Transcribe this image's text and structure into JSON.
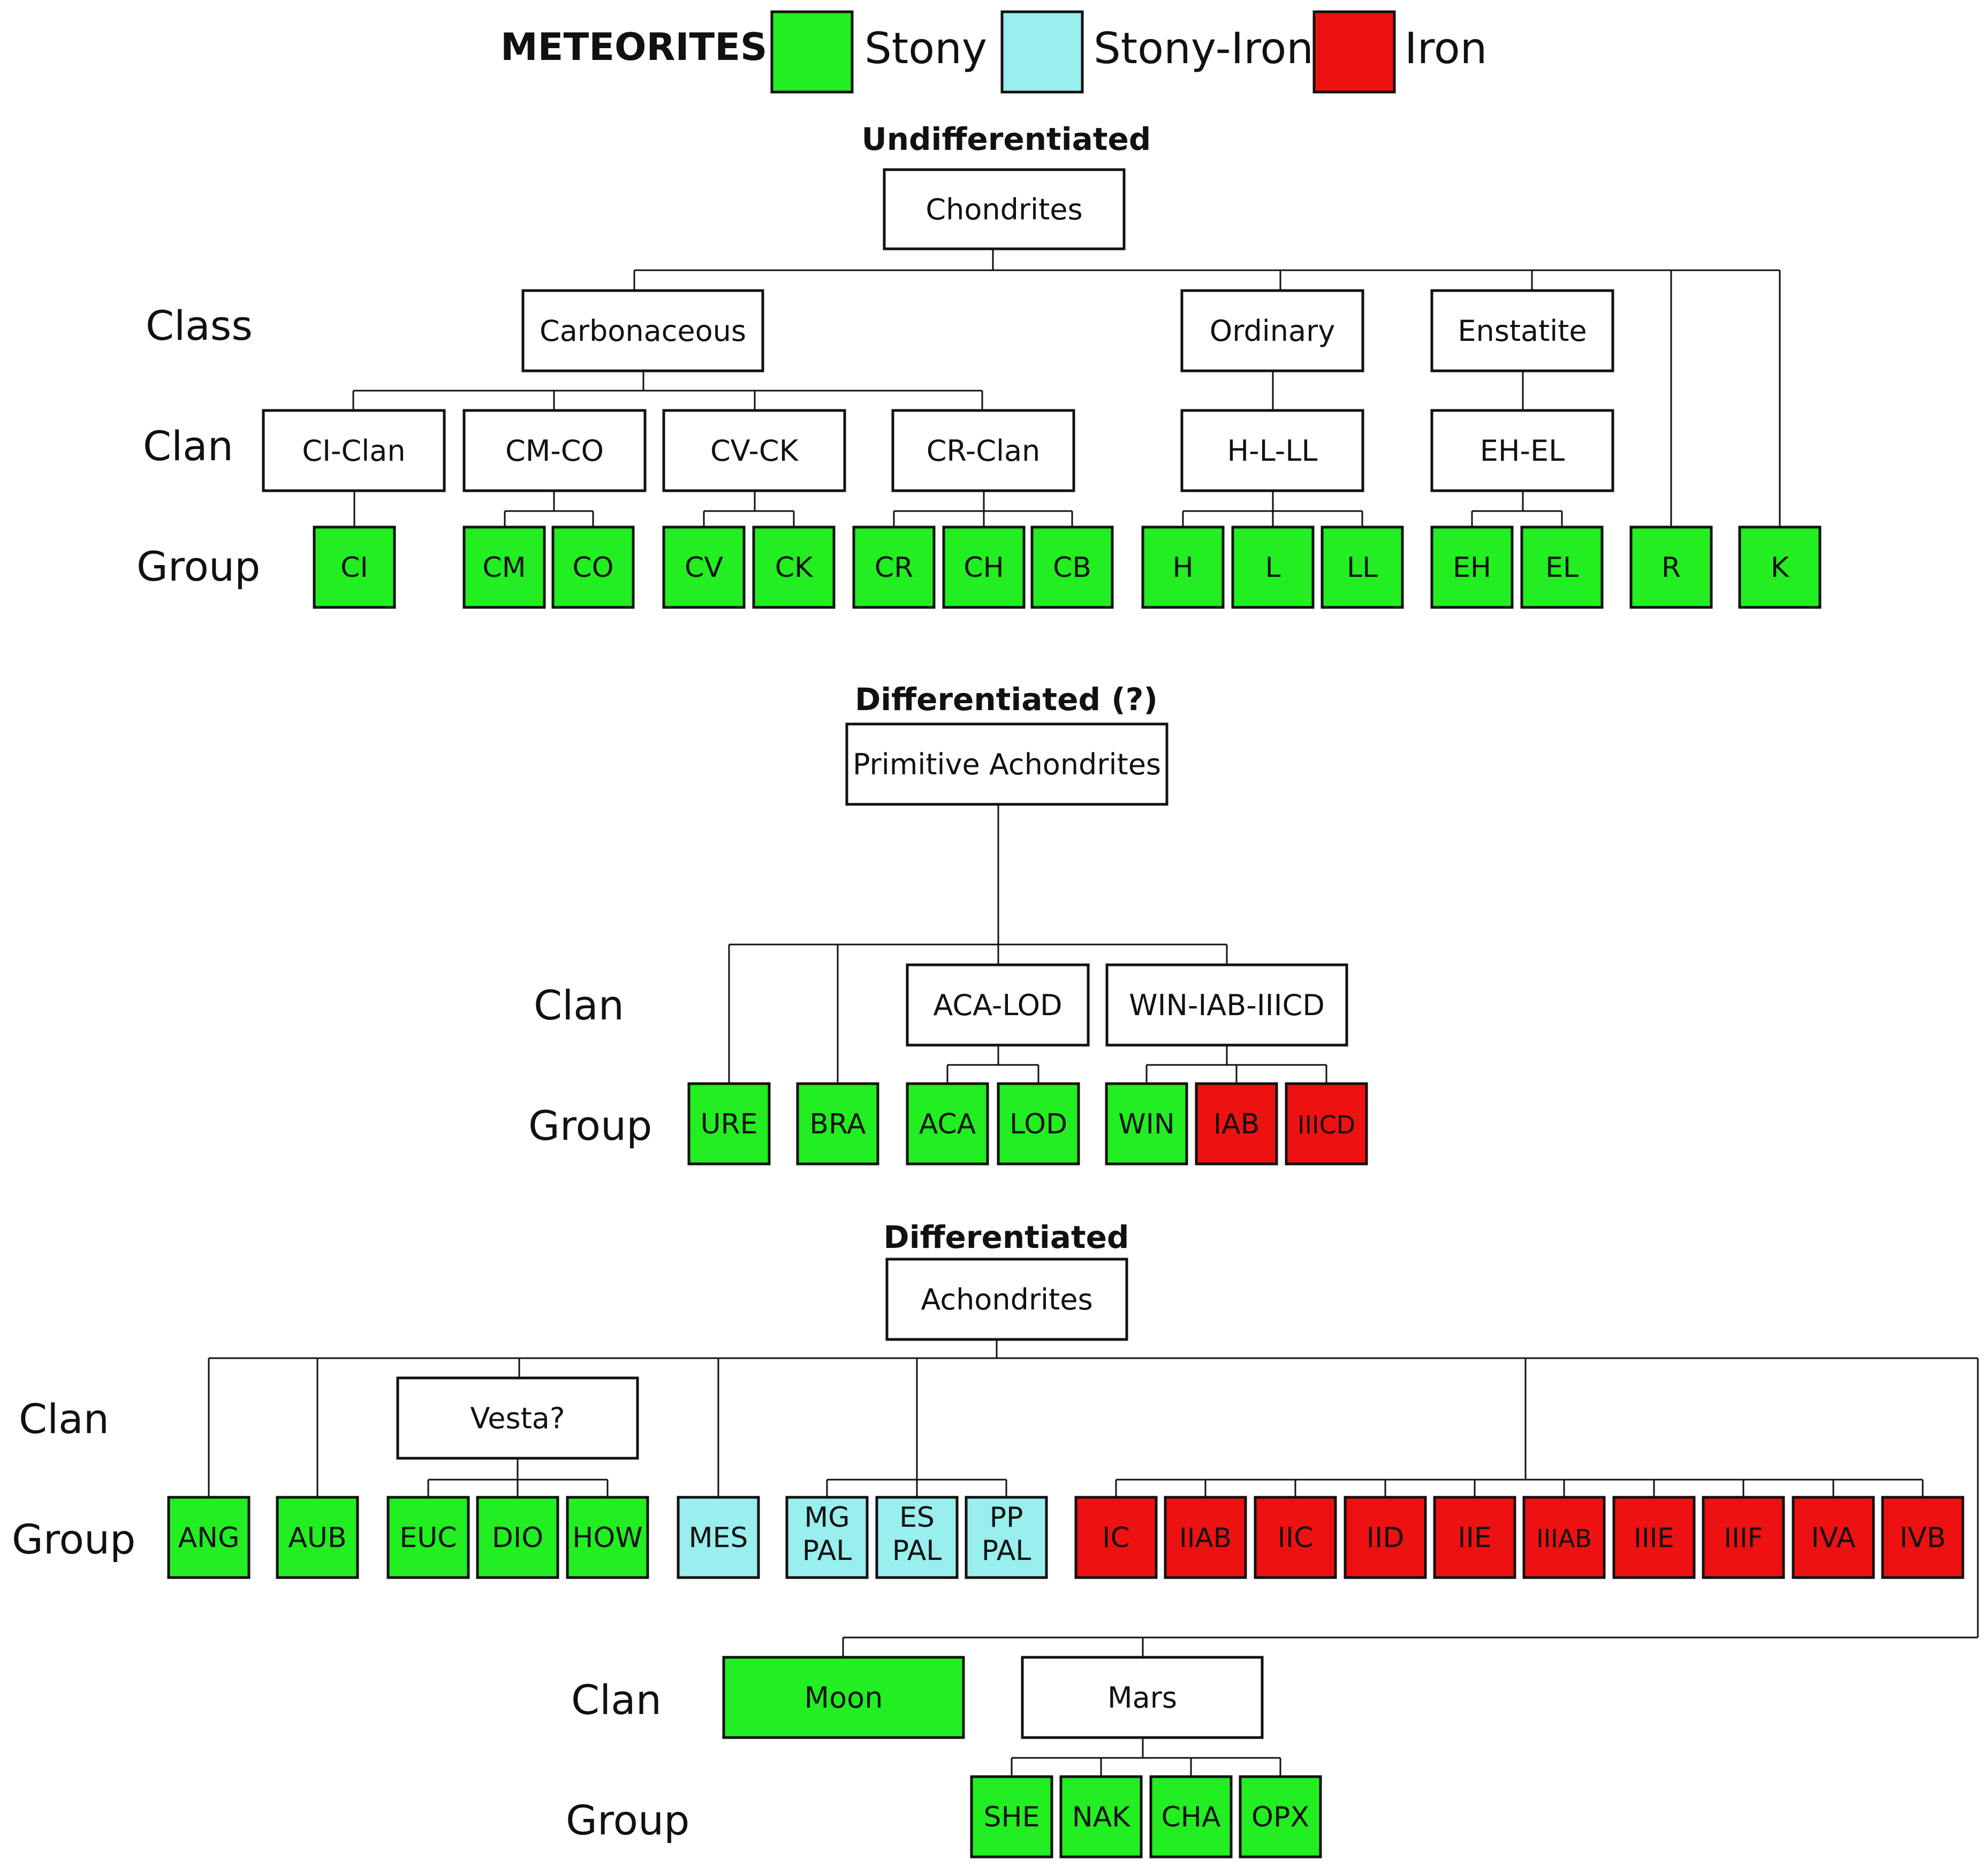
{
  "legend": {
    "title": "METEORITES",
    "items": [
      {
        "label": "Stony",
        "color": "#22ee22"
      },
      {
        "label": "Stony-Iron",
        "color": "#99eeee"
      },
      {
        "label": "Iron",
        "color": "#ee1111"
      }
    ]
  },
  "sections": {
    "undifferentiated": "Undifferentiated",
    "differentiated_q": "Differentiated (?)",
    "differentiated": "Differentiated"
  },
  "row_labels": {
    "class": "Class",
    "clan": "Clan",
    "group": "Group"
  },
  "nodes": {
    "chondrites": "Chondrites",
    "carbonaceous": "Carbonaceous",
    "ordinary": "Ordinary",
    "enstatite": "Enstatite",
    "ci_clan": "CI-Clan",
    "cm_co": "CM-CO",
    "cv_ck": "CV-CK",
    "cr_clan": "CR-Clan",
    "h_l_ll": "H-L-LL",
    "eh_el": "EH-EL",
    "primitive_achondrites": "Primitive Achondrites",
    "aca_lod": "ACA-LOD",
    "win_iab_iiicd": "WIN-IAB-IIICD",
    "achondrites": "Achondrites",
    "vesta": "Vesta?",
    "moon": "Moon",
    "mars": "Mars"
  },
  "groups": {
    "ci": {
      "label": "CI",
      "type": "stony"
    },
    "cm": {
      "label": "CM",
      "type": "stony"
    },
    "co": {
      "label": "CO",
      "type": "stony"
    },
    "cv": {
      "label": "CV",
      "type": "stony"
    },
    "ck": {
      "label": "CK",
      "type": "stony"
    },
    "cr": {
      "label": "CR",
      "type": "stony"
    },
    "ch": {
      "label": "CH",
      "type": "stony"
    },
    "cb": {
      "label": "CB",
      "type": "stony"
    },
    "h": {
      "label": "H",
      "type": "stony"
    },
    "l": {
      "label": "L",
      "type": "stony"
    },
    "ll": {
      "label": "LL",
      "type": "stony"
    },
    "eh": {
      "label": "EH",
      "type": "stony"
    },
    "el": {
      "label": "EL",
      "type": "stony"
    },
    "r": {
      "label": "R",
      "type": "stony"
    },
    "k": {
      "label": "K",
      "type": "stony"
    },
    "ure": {
      "label": "URE",
      "type": "stony"
    },
    "bra": {
      "label": "BRA",
      "type": "stony"
    },
    "aca": {
      "label": "ACA",
      "type": "stony"
    },
    "lod": {
      "label": "LOD",
      "type": "stony"
    },
    "win": {
      "label": "WIN",
      "type": "stony"
    },
    "iab": {
      "label": "IAB",
      "type": "iron"
    },
    "iiicd": {
      "label": "IIICD",
      "type": "iron"
    },
    "ang": {
      "label": "ANG",
      "type": "stony"
    },
    "aub": {
      "label": "AUB",
      "type": "stony"
    },
    "euc": {
      "label": "EUC",
      "type": "stony"
    },
    "dio": {
      "label": "DIO",
      "type": "stony"
    },
    "how": {
      "label": "HOW",
      "type": "stony"
    },
    "mes": {
      "label": "MES",
      "type": "stony-iron"
    },
    "mg_pal": {
      "label": [
        "MG",
        "PAL"
      ],
      "type": "stony-iron"
    },
    "es_pal": {
      "label": [
        "ES",
        "PAL"
      ],
      "type": "stony-iron"
    },
    "pp_pal": {
      "label": [
        "PP",
        "PAL"
      ],
      "type": "stony-iron"
    },
    "ic": {
      "label": "IC",
      "type": "iron"
    },
    "iiab": {
      "label": "IIAB",
      "type": "iron"
    },
    "iic": {
      "label": "IIC",
      "type": "iron"
    },
    "iid": {
      "label": "IID",
      "type": "iron"
    },
    "iie": {
      "label": "IIE",
      "type": "iron"
    },
    "iiiab": {
      "label": "IIIAB",
      "type": "iron"
    },
    "iiie": {
      "label": "IIIE",
      "type": "iron"
    },
    "iiif": {
      "label": "IIIF",
      "type": "iron"
    },
    "iva": {
      "label": "IVA",
      "type": "iron"
    },
    "ivb": {
      "label": "IVB",
      "type": "iron"
    },
    "she": {
      "label": "SHE",
      "type": "stony"
    },
    "nak": {
      "label": "NAK",
      "type": "stony"
    },
    "cha": {
      "label": "CHA",
      "type": "stony"
    },
    "opx": {
      "label": "OPX",
      "type": "stony"
    }
  },
  "colors": {
    "stony": "#22ee22",
    "stony-iron": "#99eeee",
    "iron": "#ee1111",
    "node": "#ffffff"
  }
}
